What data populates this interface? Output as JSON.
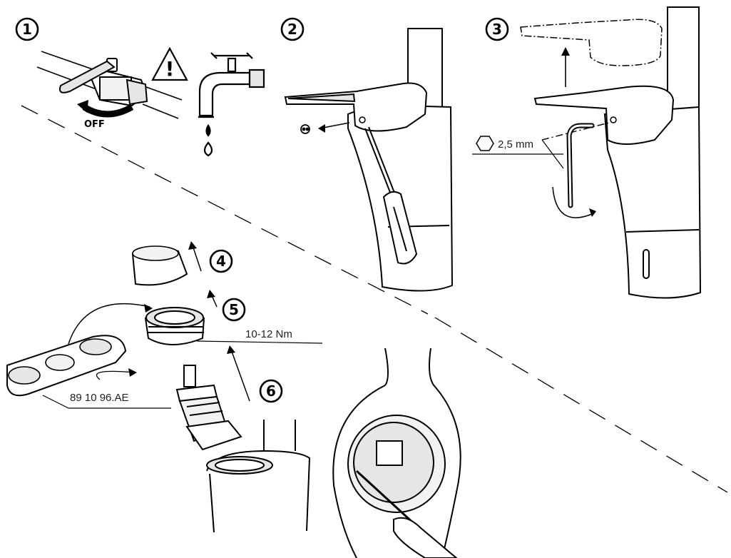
{
  "steps": {
    "one": "1",
    "two": "2",
    "three": "3",
    "four": "4",
    "five": "5",
    "six": "6"
  },
  "labels": {
    "valve_state": "OFF",
    "warning_symbol": "!",
    "hex_size": "2,5 mm",
    "torque": "10-12 Nm",
    "tool_part_number": "89 10 96.AE"
  },
  "icons": {
    "hex": "hexagon-icon",
    "warning": "warning-triangle-icon"
  },
  "colors": {
    "ink": "#000000",
    "shade": "#e6e6e6",
    "light": "#f2f2f2"
  }
}
